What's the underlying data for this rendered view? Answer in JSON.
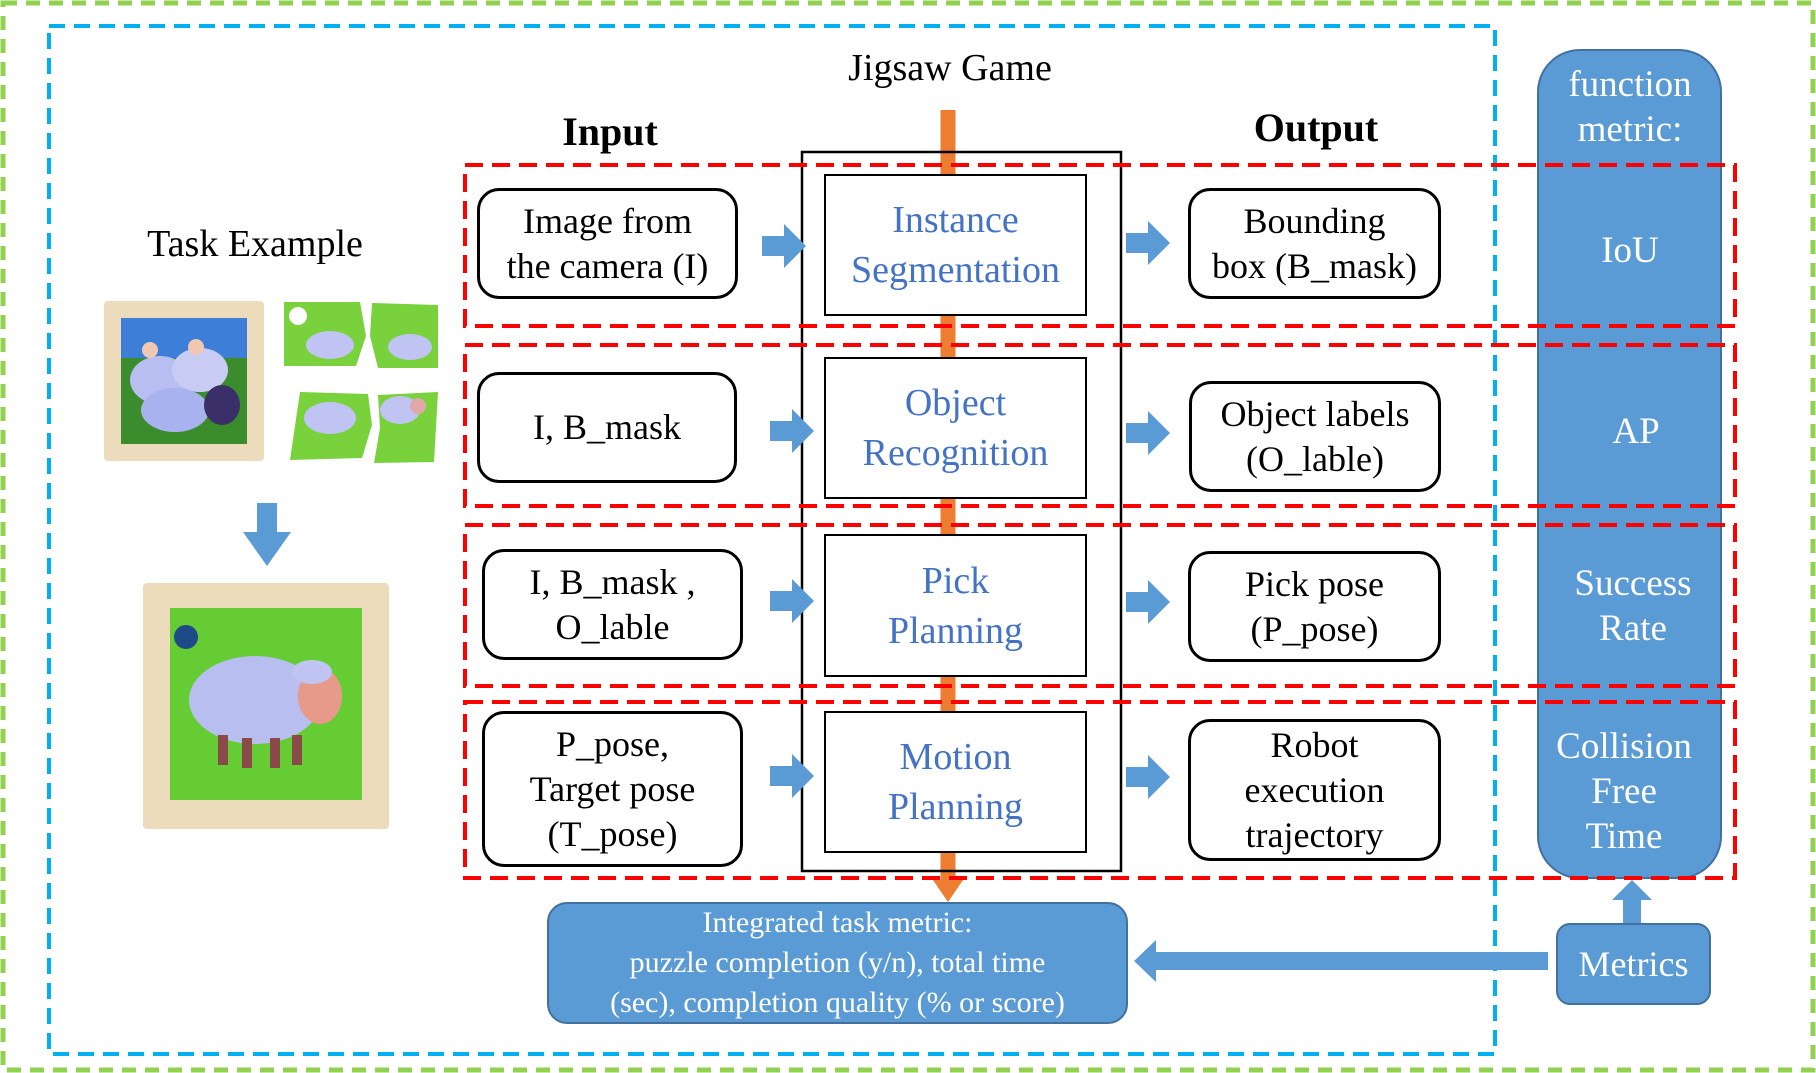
{
  "diagram": {
    "title": "Jigsaw Game",
    "task_example_label": "Task Example",
    "input_header": "Input",
    "output_header": "Output",
    "rows": [
      {
        "input": "Image from\nthe camera (I)",
        "module": "Instance\nSegmentation",
        "output": "Bounding\nbox (B_mask)",
        "metric": "IoU"
      },
      {
        "input": "I, B_mask",
        "module": "Object\nRecognition",
        "output": "Object labels\n(O_lable)",
        "metric": "AP"
      },
      {
        "input": "I, B_mask ,\nO_lable",
        "module": "Pick\nPlanning",
        "output": "Pick pose\n(P_pose)",
        "metric": "Success\nRate"
      },
      {
        "input": "P_pose,\nTarget pose\n(T_pose)",
        "module": "Motion\nPlanning",
        "output": "Robot\nexecution\ntrajectory",
        "metric": "Collision\nFree\nTime"
      }
    ],
    "function_metric_header": "function\nmetric:",
    "integrated_metric": "Integrated task metric:\npuzzle completion (y/n), total time\n(sec), completion quality (% or score)",
    "metrics_label": "Metrics",
    "colors": {
      "accent_blue": "#5b9bd5",
      "module_text": "#4472c4",
      "orange_arrow": "#ed7d31",
      "red_dash": "#ff0000",
      "green_dash": "#92d050",
      "cyan_dash": "#00b0f0",
      "puzzle_green": "#66cc33",
      "sheep_lavender": "#b8bff0"
    }
  }
}
